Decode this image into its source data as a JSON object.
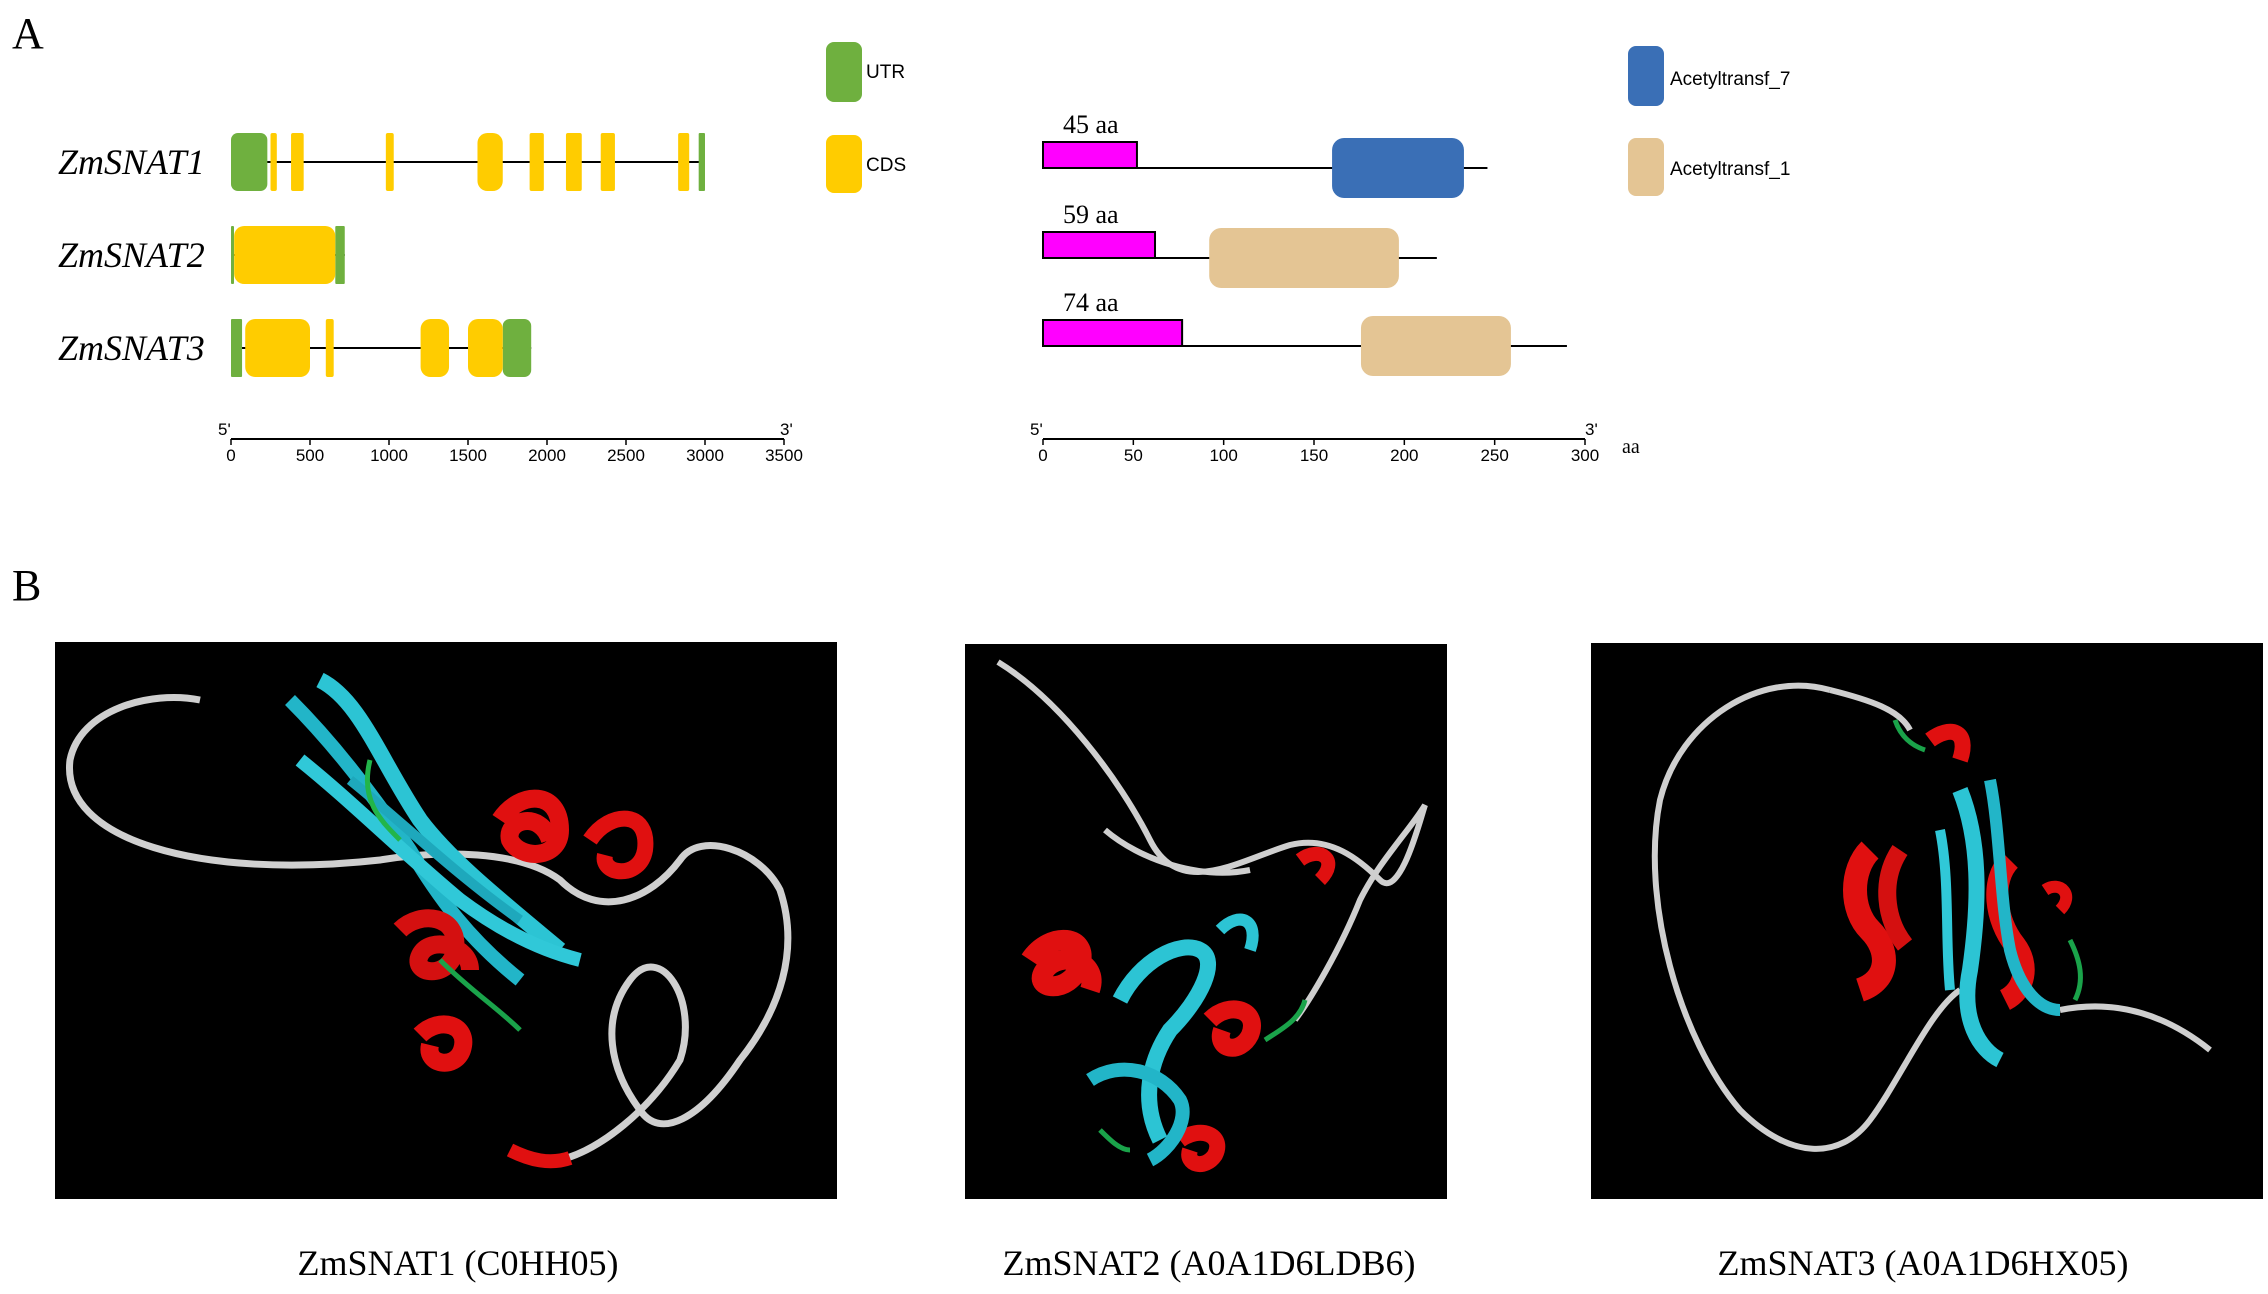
{
  "panel_a": {
    "label": "A",
    "genes": [
      "ZmSNAT1",
      "ZmSNAT2",
      "ZmSNAT3"
    ],
    "gene_legend": [
      {
        "label": "UTR",
        "color": "#6fb03f"
      },
      {
        "label": "CDS",
        "color": "#ffcc00"
      }
    ],
    "gene_axis": {
      "start_label": "5'",
      "end_label": "3'",
      "ticks": [
        "0",
        "500",
        "1000",
        "1500",
        "2000",
        "2500",
        "3000",
        "3500"
      ],
      "max": 3500
    },
    "gene_features": [
      {
        "gene": "ZmSNAT1",
        "length": 3000,
        "utr": [
          [
            0,
            230
          ],
          [
            2960,
            3000
          ]
        ],
        "cds": [
          [
            250,
            290
          ],
          [
            380,
            460
          ],
          [
            980,
            1030
          ],
          [
            1560,
            1720
          ],
          [
            1890,
            1980
          ],
          [
            2120,
            2220
          ],
          [
            2340,
            2430
          ],
          [
            2830,
            2900
          ]
        ]
      },
      {
        "gene": "ZmSNAT2",
        "length": 720,
        "utr": [
          [
            0,
            10
          ],
          [
            660,
            720
          ]
        ],
        "cds": [
          [
            20,
            660
          ]
        ]
      },
      {
        "gene": "ZmSNAT3",
        "length": 1900,
        "utr": [
          [
            0,
            70
          ],
          [
            1720,
            1900
          ]
        ],
        "cds": [
          [
            90,
            500
          ],
          [
            600,
            650
          ],
          [
            1200,
            1380
          ],
          [
            1500,
            1720
          ]
        ]
      }
    ],
    "protein_legend": [
      {
        "label": "Acetyltransf_7",
        "color": "#3a6fb6"
      },
      {
        "label": "Acetyltransf_1",
        "color": "#e4c594"
      }
    ],
    "protein_axis": {
      "start_label": "5'",
      "end_label": "3'",
      "ticks": [
        "0",
        "50",
        "100",
        "150",
        "200",
        "250",
        "300"
      ],
      "max": 300,
      "unit": "aa"
    },
    "signal_color": "#ff00ff",
    "proteins": [
      {
        "gene": "ZmSNAT1",
        "length": 246,
        "signal_end": 52,
        "signal_label": "45 aa",
        "domain": "Acetyltransf_7",
        "domain_range": [
          160,
          233
        ]
      },
      {
        "gene": "ZmSNAT2",
        "length": 218,
        "signal_end": 62,
        "signal_label": "59 aa",
        "domain": "Acetyltransf_1",
        "domain_range": [
          92,
          197
        ]
      },
      {
        "gene": "ZmSNAT3",
        "length": 290,
        "signal_end": 77,
        "signal_label": "74 aa",
        "domain": "Acetyltransf_1",
        "domain_range": [
          176,
          259
        ]
      }
    ]
  },
  "panel_b": {
    "label": "B",
    "structures": [
      {
        "caption": "ZmSNAT1 (C0HH05)"
      },
      {
        "caption": "ZmSNAT2 (A0A1D6LDB6)"
      },
      {
        "caption": "ZmSNAT3 (A0A1D6HX05)"
      }
    ]
  }
}
